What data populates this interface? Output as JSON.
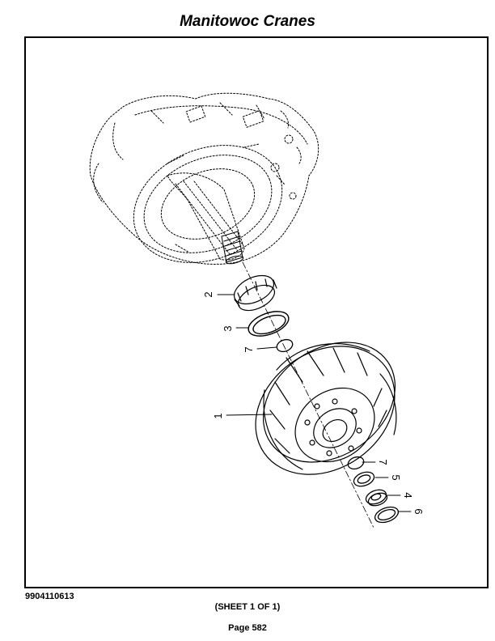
{
  "header": {
    "title": "Manitowoc Cranes"
  },
  "diagram": {
    "callouts": [
      {
        "label": "2"
      },
      {
        "label": "3"
      },
      {
        "label": "7"
      },
      {
        "label": "1"
      },
      {
        "label": "7"
      },
      {
        "label": "5"
      },
      {
        "label": "4"
      },
      {
        "label": "6"
      }
    ]
  },
  "footer": {
    "doc_number": "9904110613",
    "sheet": "(SHEET 1 OF 1)",
    "page": "Page 582"
  }
}
